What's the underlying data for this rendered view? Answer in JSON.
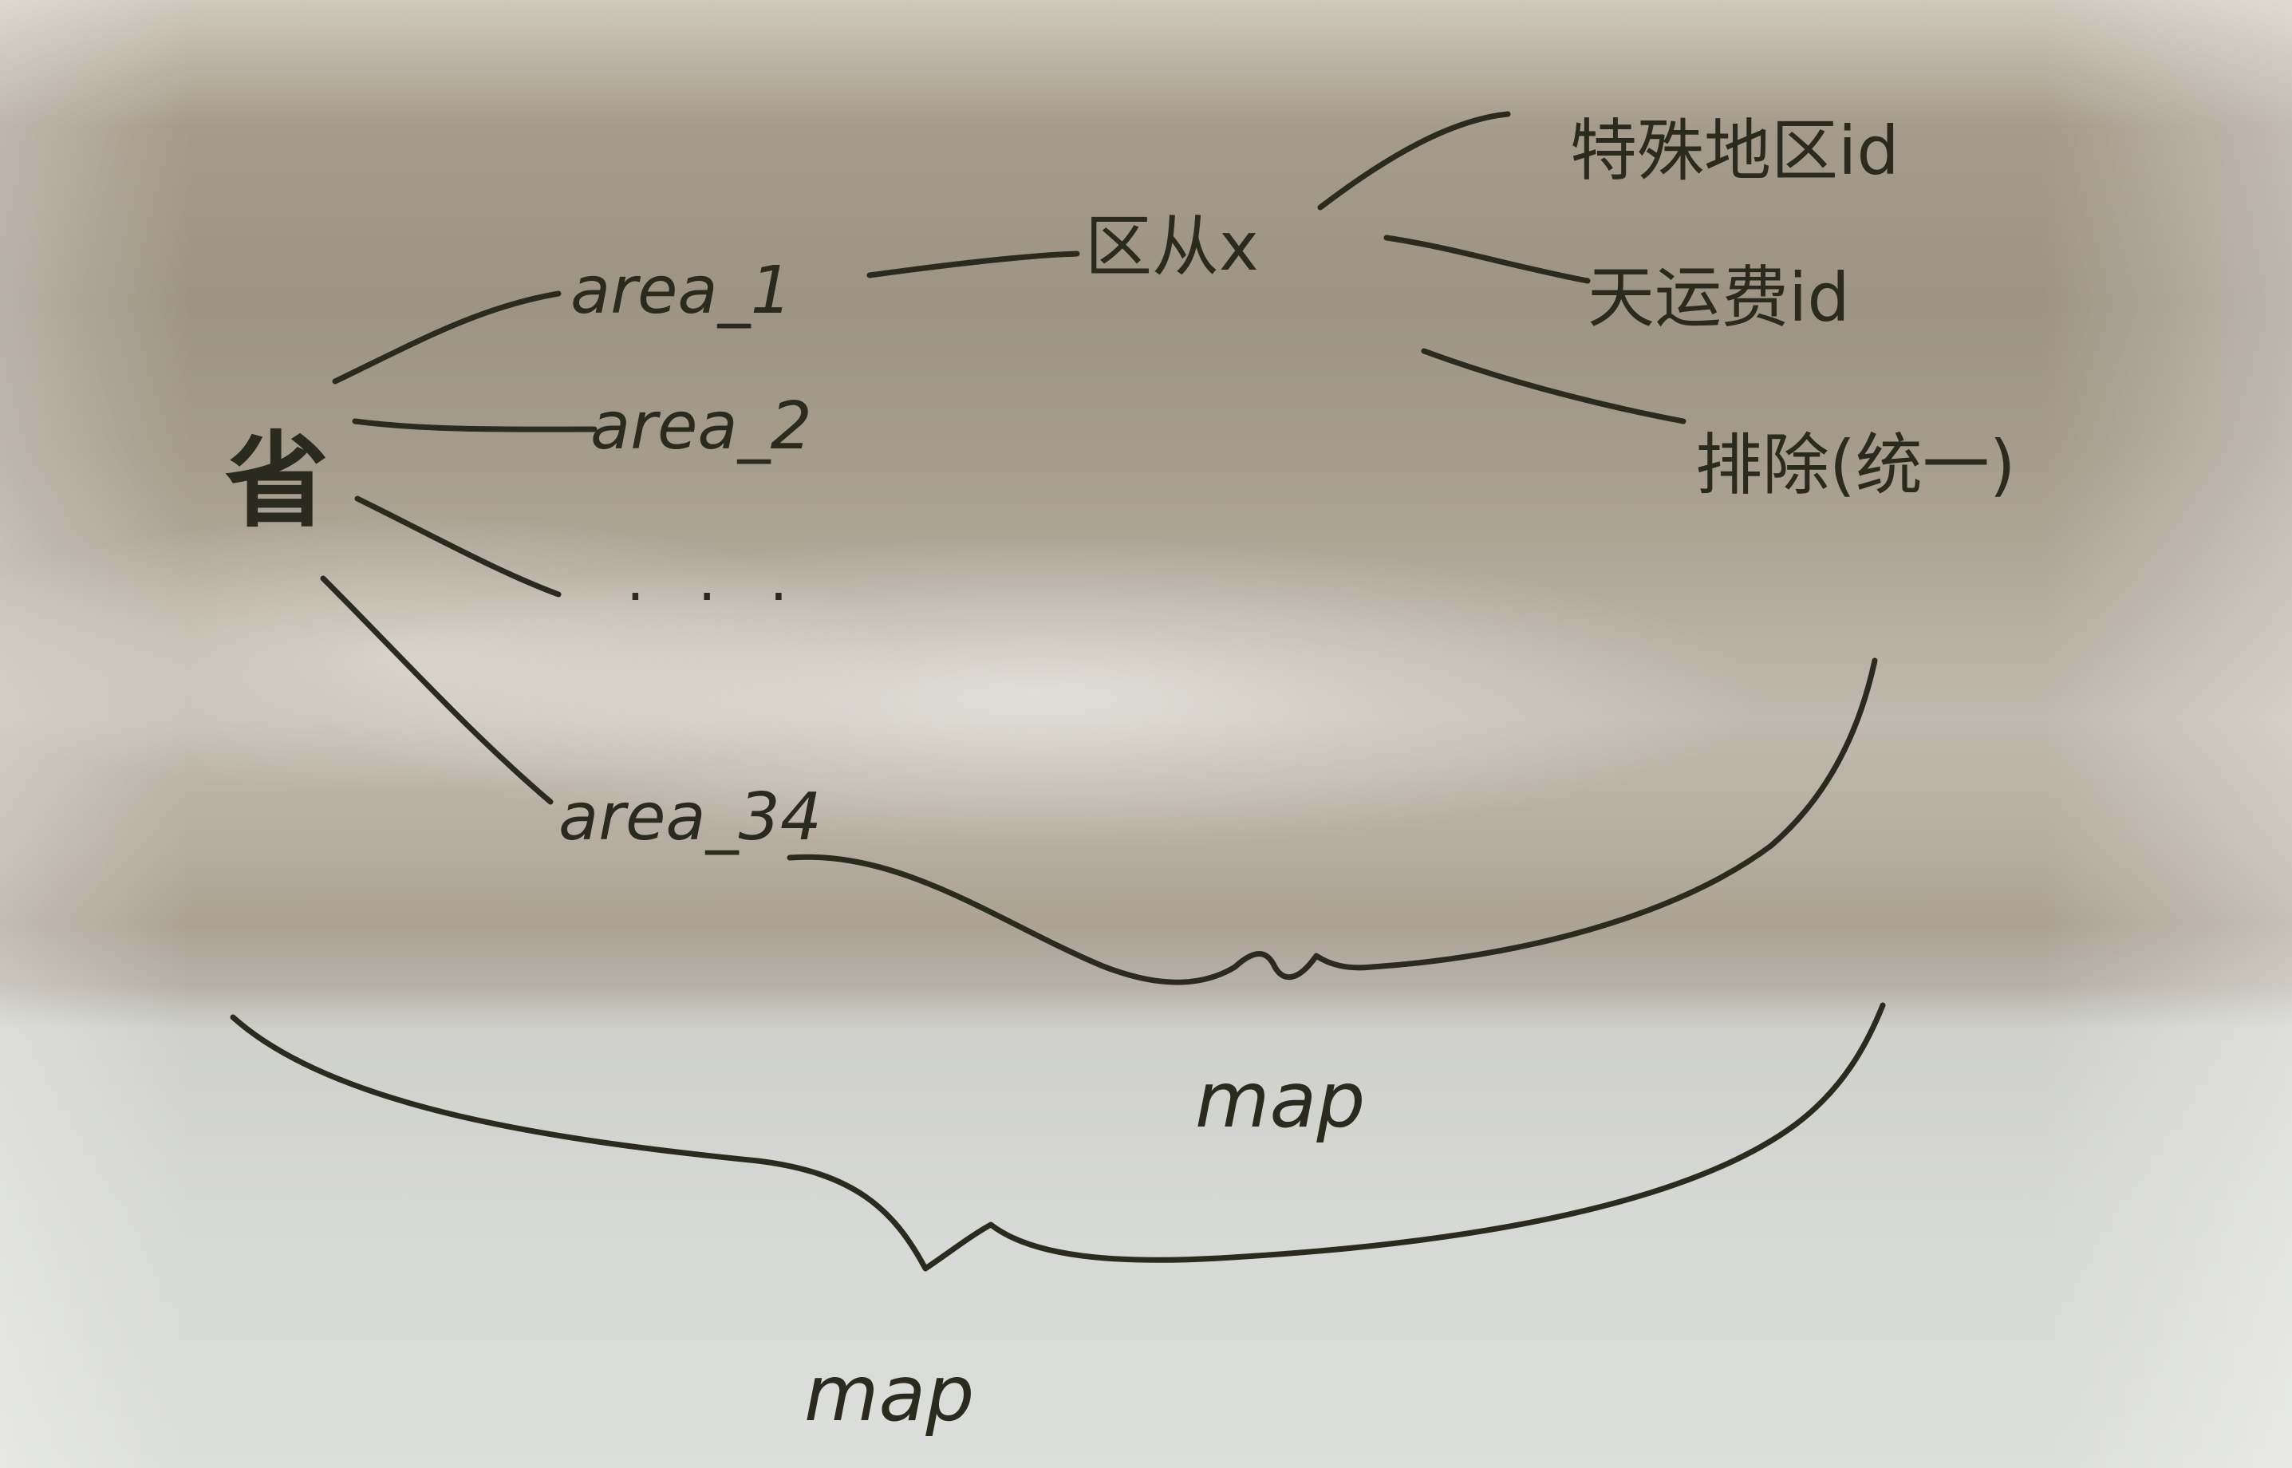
{
  "diagram": {
    "root": "省",
    "areas": [
      "area_1",
      "area_2",
      "area_34"
    ],
    "ellipsis": ". . .",
    "city": "区从x",
    "fields": [
      "特殊地区id",
      "天运费id",
      "排除(统一)"
    ],
    "map_inner": "map",
    "map_outer": "map"
  }
}
